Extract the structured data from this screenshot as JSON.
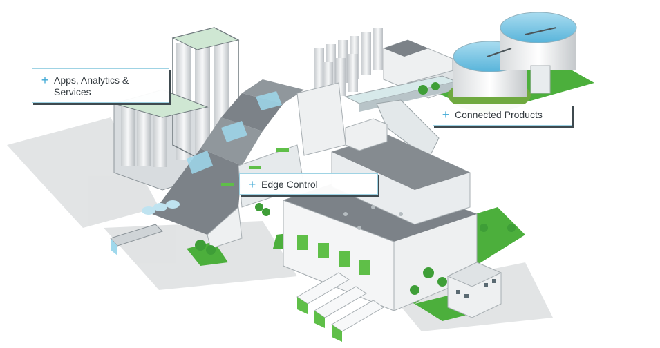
{
  "hotspots": {
    "apps": {
      "icon": "plus-icon",
      "label": "Apps, Analytics & Services"
    },
    "connected": {
      "icon": "plus-icon",
      "label": "Connected Products"
    },
    "edge": {
      "icon": "plus-icon",
      "label": "Edge Control"
    }
  },
  "colors": {
    "accent": "#3fa9d5",
    "roof": "#7c8288",
    "building": "#eef0f1",
    "grass": "#4caf3c",
    "water": "#7cc6e6",
    "trim_green": "#5fbf48"
  }
}
